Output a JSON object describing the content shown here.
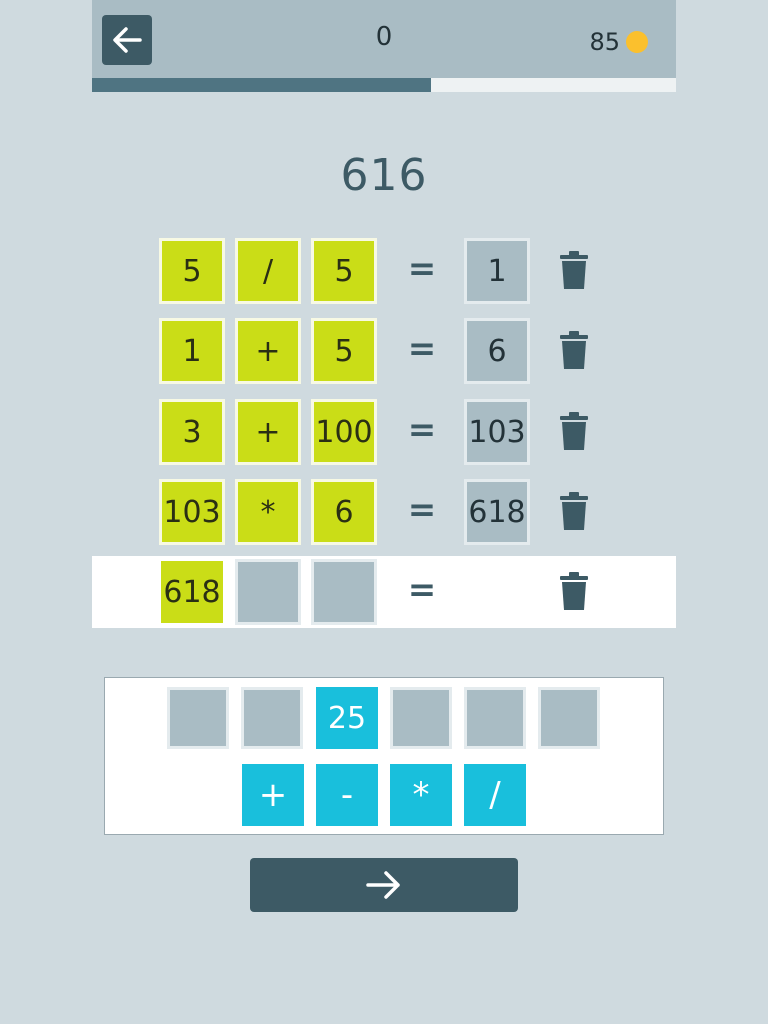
{
  "header": {
    "score": "0",
    "coins": "85",
    "progress_fraction": 0.58
  },
  "target": "616",
  "rows": [
    {
      "a": "5",
      "op": "/",
      "b": "5",
      "eq": "=",
      "result": "1"
    },
    {
      "a": "1",
      "op": "+",
      "b": "5",
      "eq": "=",
      "result": "6"
    },
    {
      "a": "3",
      "op": "+",
      "b": "100",
      "eq": "=",
      "result": "103"
    },
    {
      "a": "103",
      "op": "*",
      "b": "6",
      "eq": "=",
      "result": "618"
    }
  ],
  "active_row": {
    "a": "618",
    "eq": "="
  },
  "numbers": [
    "",
    "",
    "25",
    "",
    "",
    ""
  ],
  "operators": [
    "+",
    "-",
    "*",
    "/"
  ],
  "icons": {
    "back": "arrow-left-icon",
    "next": "arrow-right-icon",
    "trash": "trash-icon",
    "coin": "coin-icon"
  },
  "colors": {
    "tile_yellow": "#cadd17",
    "tile_cyan": "#19bfdc",
    "dark": "#3d5a65",
    "coin": "#fbc02d"
  }
}
